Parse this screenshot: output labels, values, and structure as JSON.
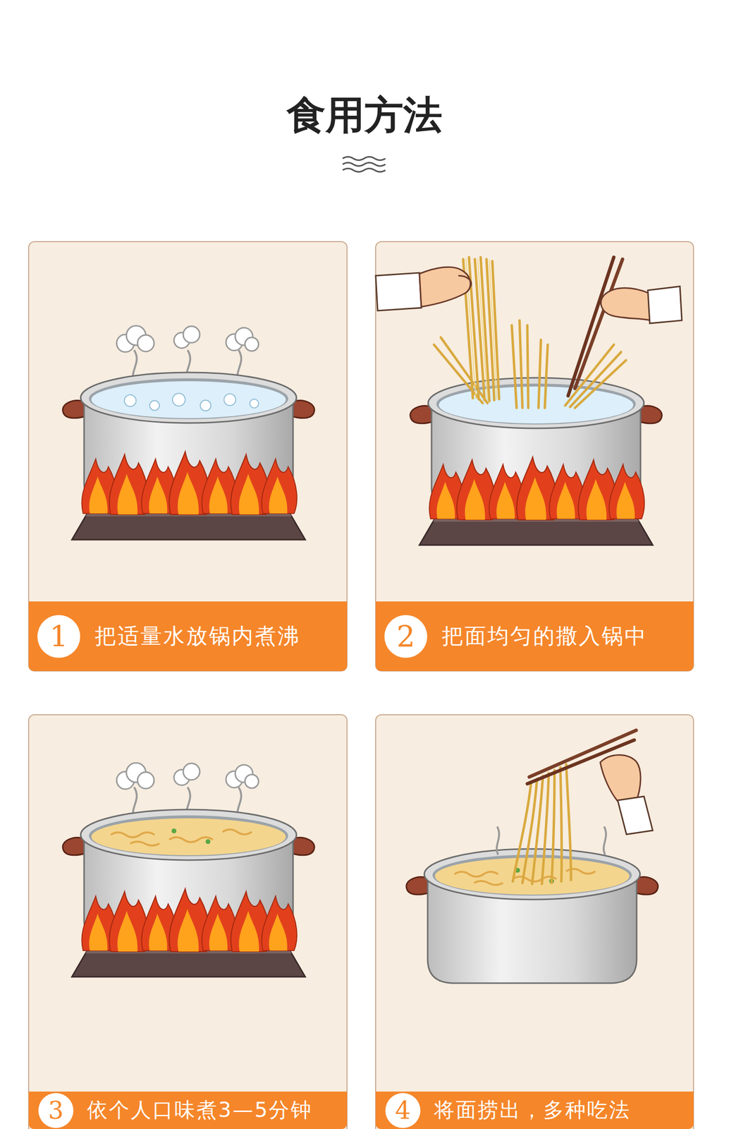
{
  "diagram": {
    "title": "食用方法",
    "nodes": [
      {
        "text": [
          "把适量水放锅内煮沸"
        ]
      },
      {
        "text": [
          "1"
        ],
        "in": 0
      },
      {
        "text": [
          "把面均匀的撒入锅中"
        ]
      },
      {
        "text": [
          "2"
        ],
        "in": 2
      },
      {
        "text": [
          "依个人口味煮3—5分钟"
        ]
      },
      {
        "text": [
          "3"
        ],
        "in": 4
      },
      {
        "text": [
          "将面捞出，多种吃法"
        ]
      },
      {
        "text": [
          "4"
        ],
        "in": 6
      }
    ]
  }
}
